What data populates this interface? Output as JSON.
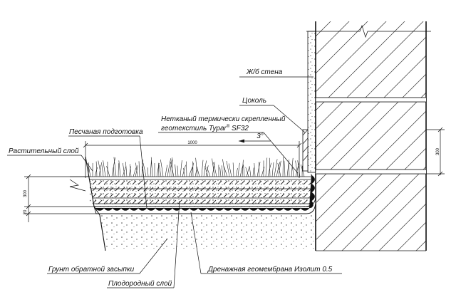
{
  "labels": {
    "wall": "Ж/б стена",
    "plinth": "Цоколь",
    "geotextile_line1": "Нетканый термически скрепленный",
    "geotextile_line2_prefix": "геотекстиль Typar",
    "geotextile_registered": "®",
    "geotextile_line2_suffix": " SF32",
    "sand_bed": "Песчаная подготовка",
    "plant_layer": "Растительный слой",
    "backfill_soil": "Грунт обратной засыпки",
    "fertile_layer": "Плодородный слой",
    "drainage_membrane": "Дренажная геомембрана Изолит 0.5"
  },
  "dimensions": {
    "slope": "3°",
    "width": "1000",
    "plant_height": "300",
    "left_height": "300",
    "left_thickness": "20",
    "right_height": "300"
  }
}
